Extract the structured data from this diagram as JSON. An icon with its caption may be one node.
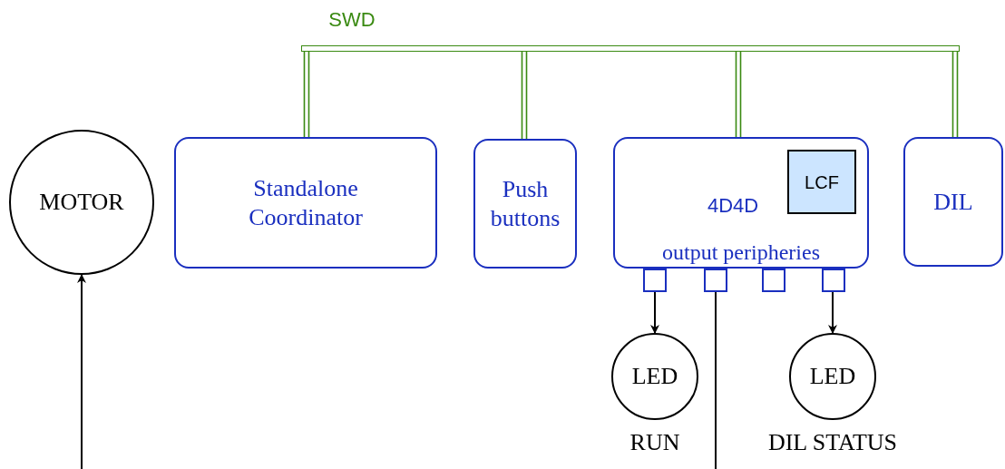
{
  "diagram": {
    "nodes": [
      {
        "text": [
          "MOTOR"
        ]
      },
      {
        "text": [
          "Standalone Coordinator"
        ]
      },
      {
        "text": [
          "Push buttons"
        ]
      },
      {
        "text": [
          "4D4D",
          "output peripheries"
        ]
      },
      {
        "text": [
          "LCF"
        ],
        "in": 3
      },
      {
        "text": [
          "DIL"
        ]
      },
      {
        "text": [],
        "shape": "box"
      },
      {
        "text": [],
        "shape": "box"
      },
      {
        "text": [],
        "shape": "box"
      },
      {
        "text": [],
        "shape": "box"
      },
      {
        "text": [
          "LED"
        ],
        "beside": [
          "RUN"
        ]
      },
      {
        "text": [
          "LED"
        ],
        "beside": [
          "DIL STATUS"
        ]
      },
      {
        "text": [],
        "shape": "bar",
        "beside": [
          "SWD"
        ]
      }
    ],
    "edges": [
      {
        "from": 12,
        "to": 1,
        "arrow": "none",
        "color": "#3a8a12"
      },
      {
        "from": 12,
        "to": 2,
        "arrow": "none",
        "color": "#3a8a12"
      },
      {
        "from": 12,
        "to": 3,
        "arrow": "none",
        "color": "#3a8a12"
      },
      {
        "from": 12,
        "to": 5,
        "arrow": "none",
        "color": "#3a8a12"
      },
      {
        "from": 6,
        "to": 10,
        "arrow": "to",
        "color": "#000000"
      },
      {
        "from": 9,
        "to": 11,
        "arrow": "to",
        "color": "#000000"
      },
      {
        "from": 7,
        "to": null,
        "arrow": "none",
        "color": "#000000"
      },
      {
        "from": null,
        "to": 0,
        "arrow": "to",
        "color": "#000000"
      }
    ]
  }
}
